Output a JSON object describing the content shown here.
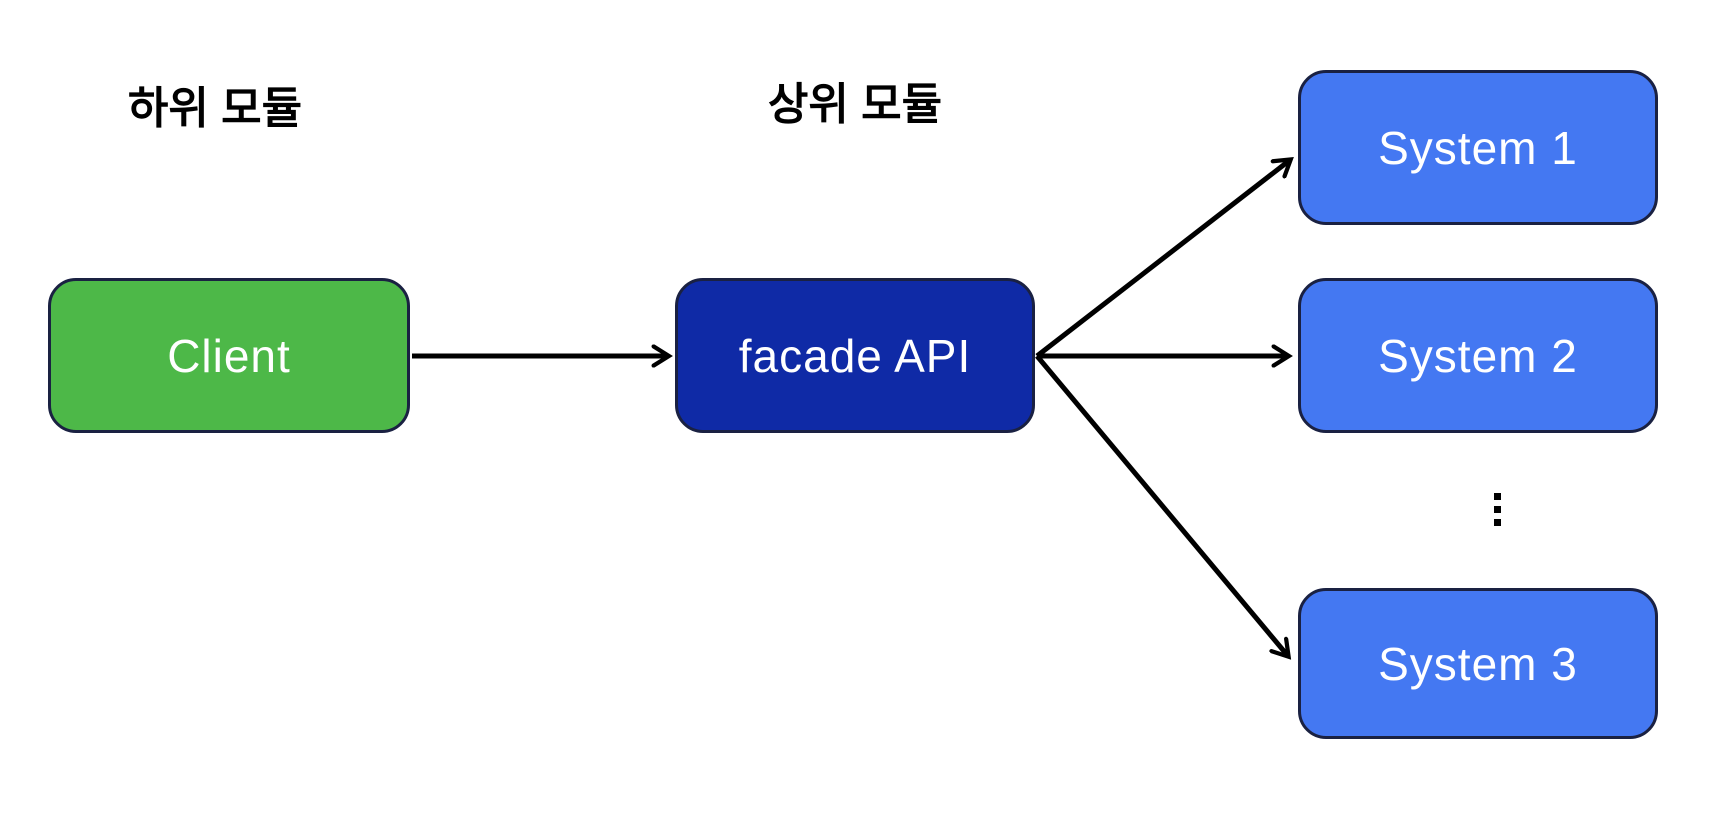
{
  "diagram": {
    "group_labels": {
      "sub_modules": "하위 모듈",
      "upper_modules": "상위 모듈"
    },
    "nodes": [
      {
        "id": "client",
        "label": "Client",
        "fill": "#4db848",
        "text_color": "#ffffff"
      },
      {
        "id": "facade",
        "label": "facade API",
        "fill": "#0f2aa6",
        "text_color": "#ffffff"
      },
      {
        "id": "system1",
        "label": "System 1",
        "fill": "#4478f2",
        "text_color": "#ffffff"
      },
      {
        "id": "system2",
        "label": "System 2",
        "fill": "#4478f2",
        "text_color": "#ffffff"
      },
      {
        "id": "system3",
        "label": "System 3",
        "fill": "#4478f2",
        "text_color": "#ffffff"
      }
    ],
    "edges": [
      {
        "from": "client",
        "to": "facade"
      },
      {
        "from": "facade",
        "to": "system1"
      },
      {
        "from": "facade",
        "to": "system2"
      },
      {
        "from": "facade",
        "to": "system3"
      }
    ],
    "ellipsis_between": [
      "system2",
      "system3"
    ],
    "colors": {
      "client_green": "#4db848",
      "facade_navy": "#0f2aa6",
      "system_blue": "#4478f2",
      "node_border": "#1a2142",
      "arrow_black": "#000000",
      "node_text_white": "#ffffff",
      "label_text_black": "#000000",
      "background_white": "#ffffff"
    }
  }
}
